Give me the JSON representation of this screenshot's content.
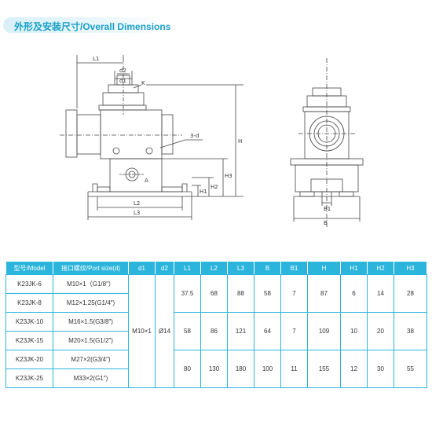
{
  "title": "外形及安装尺寸/Overall Dimensions",
  "drawing": {
    "front": {
      "L1": "L1",
      "d2": "d2",
      "d1": "d1",
      "K": "K",
      "H": "H",
      "port": "3-d",
      "A": "A",
      "L2": "L2",
      "L3": "L3",
      "H1": "H1",
      "H2": "H2",
      "H3": "H3"
    },
    "side": {
      "B1": "B1",
      "B": "B"
    }
  },
  "table": {
    "headers": [
      "型号/Model",
      "接口螺纹/Port size(d)",
      "d1",
      "d2",
      "L1",
      "L2",
      "L3",
      "B",
      "B1",
      "H",
      "H1",
      "H2",
      "H3"
    ],
    "models": [
      "K23JK-6",
      "K23JK-8",
      "K23JK-10",
      "K23JK-15",
      "K23JK-20",
      "K23JK-25"
    ],
    "ports": [
      "M10×1（G1/8″）",
      "M12×1.25(G1/4″)",
      "M16×1.5(G3/8″)",
      "M20×1.5(G1/2″)",
      "M27×2(G3/4″)",
      "M33×2(G1″)"
    ],
    "d1": "M10×1",
    "d2": "Ø14",
    "groups": [
      {
        "L1": "37.5",
        "L2": "68",
        "L3": "88",
        "B": "58",
        "B1": "7",
        "H": "87",
        "H1": "6",
        "H2": "14",
        "H3": "28"
      },
      {
        "L1": "58",
        "L2": "86",
        "L3": "121",
        "B": "64",
        "B1": "7",
        "H": "109",
        "H1": "10",
        "H2": "20",
        "H3": "38"
      },
      {
        "L1": "80",
        "L2": "130",
        "L3": "180",
        "B": "100",
        "B1": "11",
        "H": "155",
        "H1": "12",
        "H2": "30",
        "H3": "55"
      }
    ]
  }
}
